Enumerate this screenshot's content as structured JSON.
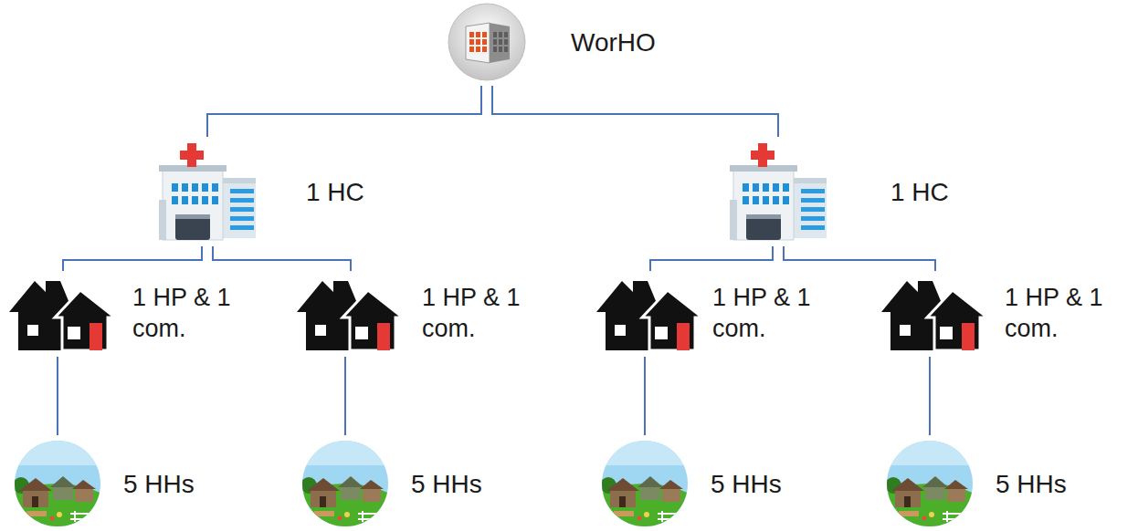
{
  "diagram": {
    "nodes": [
      {
        "text": [
          "WorHO"
        ]
      },
      {
        "text": [
          "1 HC"
        ]
      },
      {
        "text": [
          "1 HC"
        ]
      },
      {
        "text": [
          "1 HP & 1 com."
        ]
      },
      {
        "text": [
          "1 HP & 1 com."
        ]
      },
      {
        "text": [
          "1 HP & 1 com."
        ]
      },
      {
        "text": [
          "1 HP & 1 com."
        ]
      },
      {
        "text": [
          "5 HHs"
        ]
      },
      {
        "text": [
          "5 HHs"
        ]
      },
      {
        "text": [
          "5 HHs"
        ]
      },
      {
        "text": [
          "5 HHs"
        ]
      }
    ],
    "edges": [
      {
        "from": 0,
        "to": 1,
        "arrow": "none"
      },
      {
        "from": 0,
        "to": 2,
        "arrow": "none"
      },
      {
        "from": 1,
        "to": 3,
        "arrow": "none"
      },
      {
        "from": 1,
        "to": 4,
        "arrow": "none"
      },
      {
        "from": 2,
        "to": 5,
        "arrow": "none"
      },
      {
        "from": 2,
        "to": 6,
        "arrow": "none"
      },
      {
        "from": 3,
        "to": 7,
        "arrow": "none"
      },
      {
        "from": 4,
        "to": 8,
        "arrow": "none"
      },
      {
        "from": 5,
        "to": 9,
        "arrow": "none"
      },
      {
        "from": 6,
        "to": 10,
        "arrow": "none"
      }
    ]
  }
}
